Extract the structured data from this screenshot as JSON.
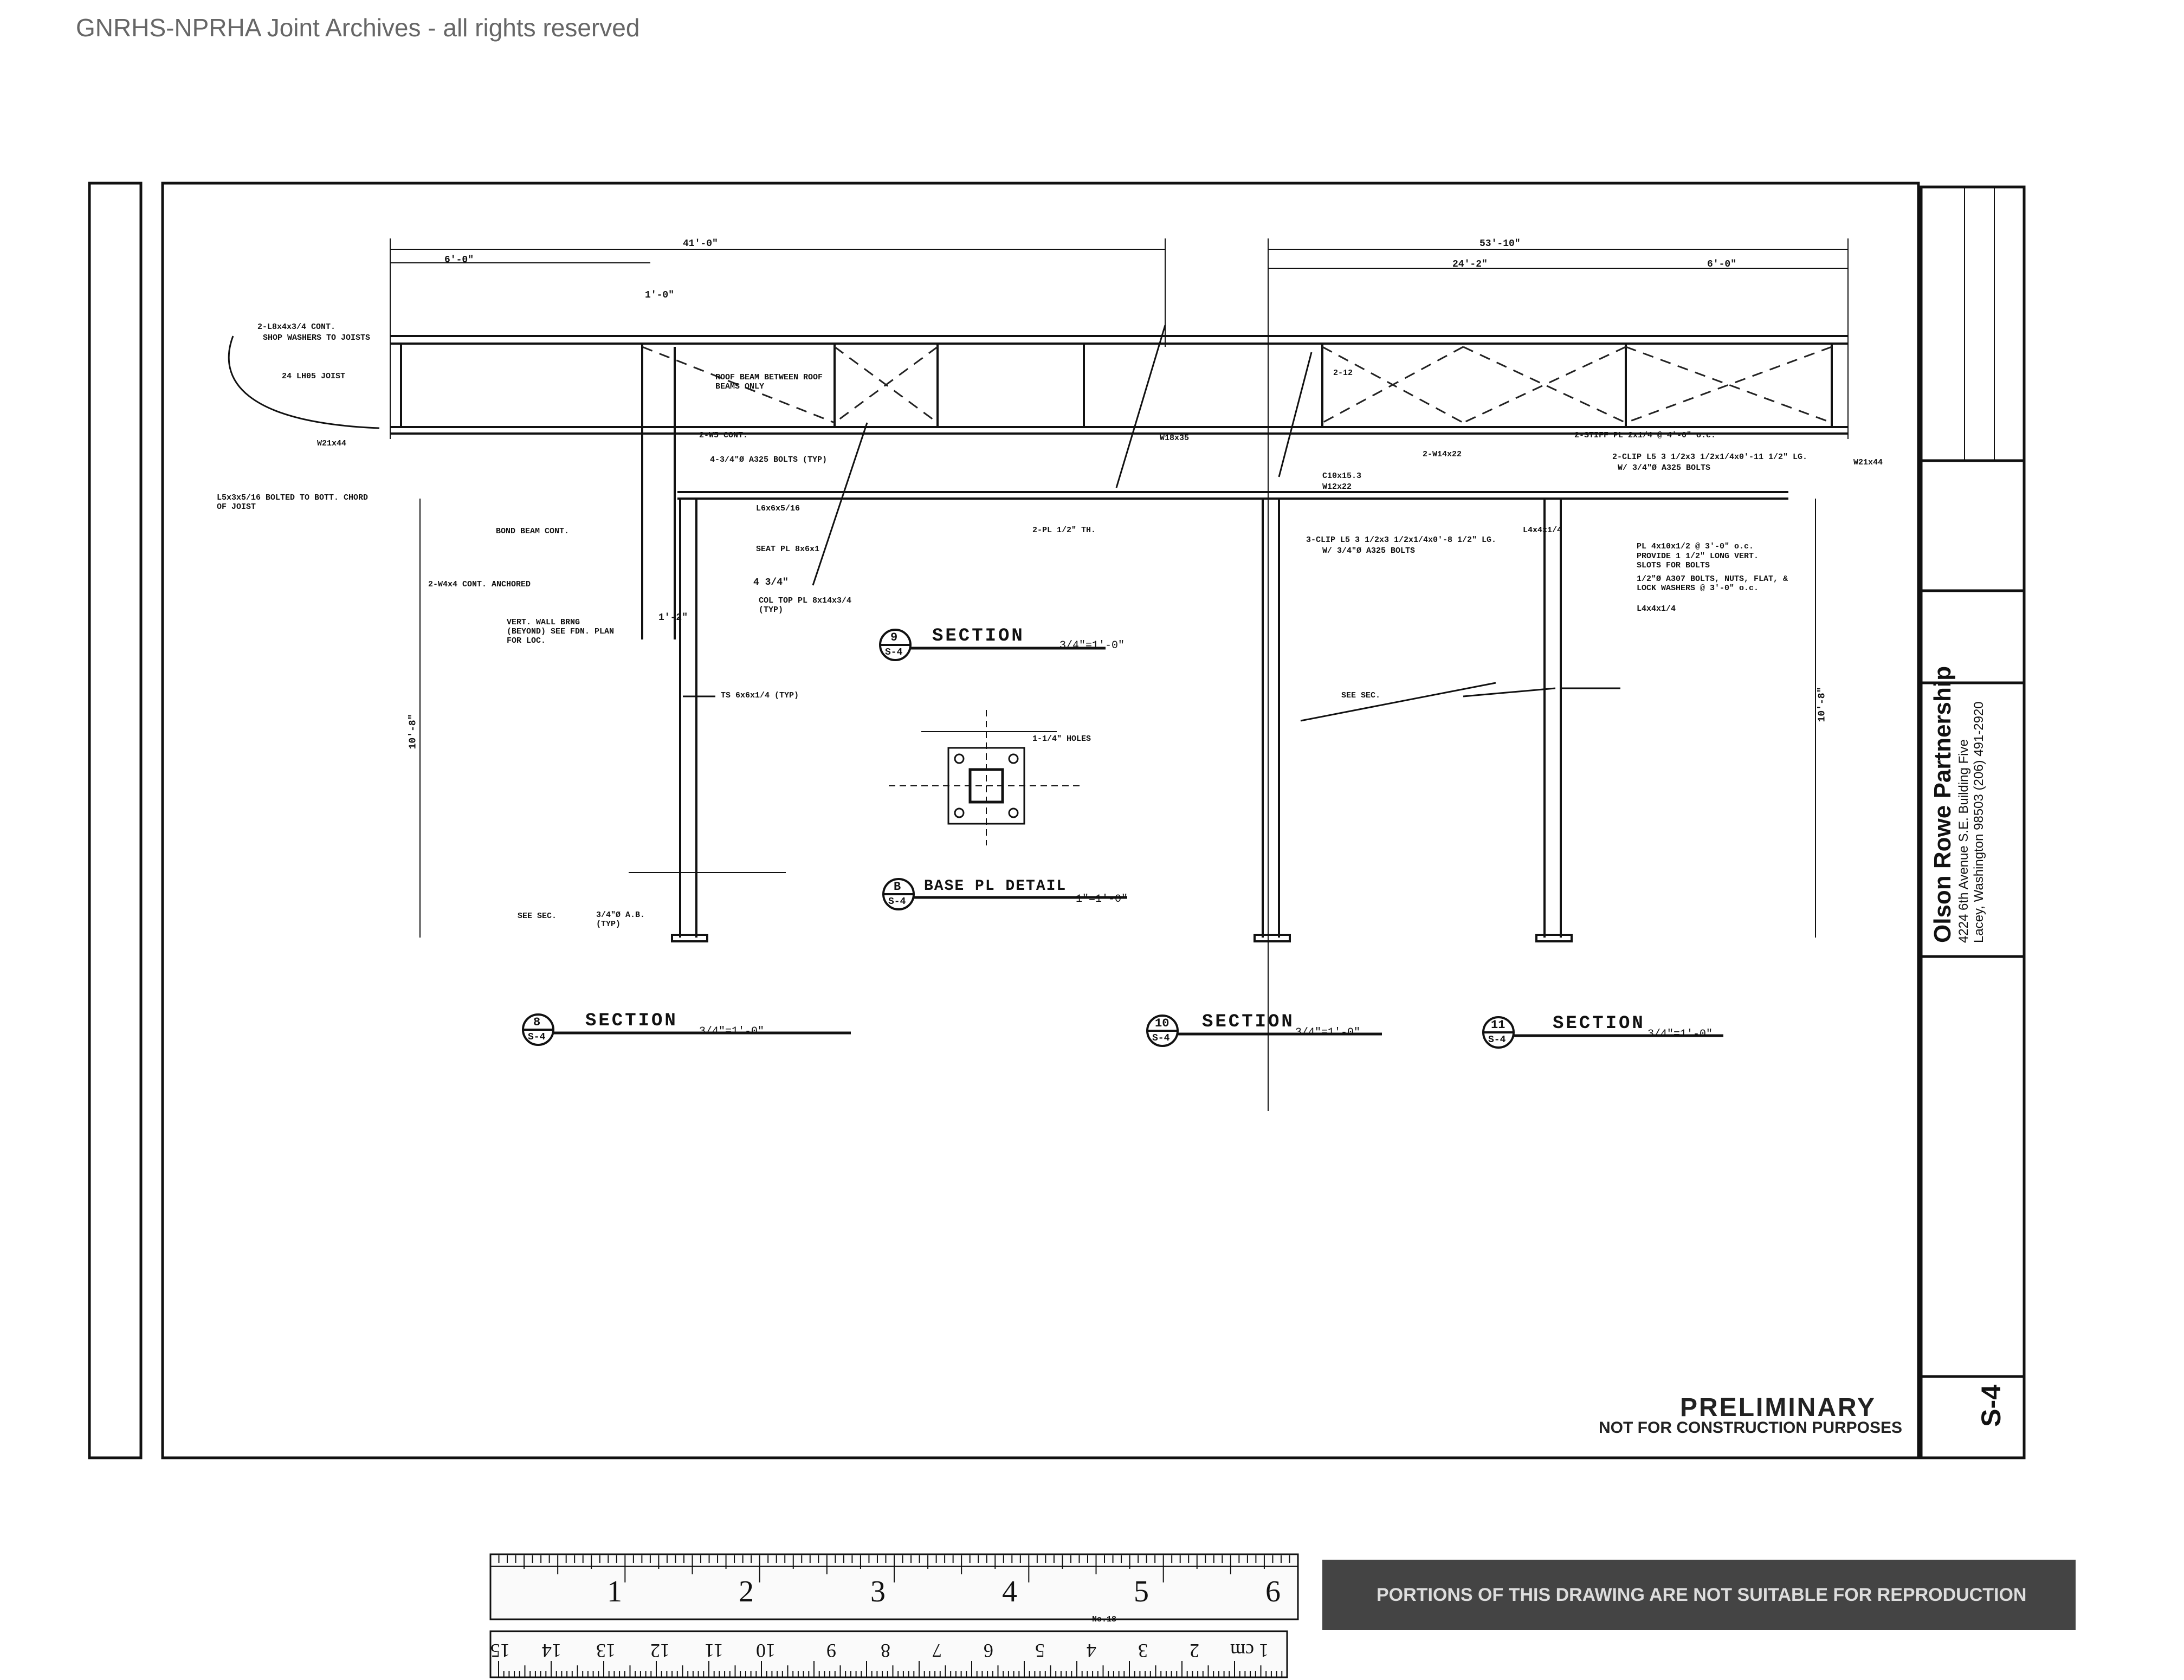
{
  "watermark": "GNRHS-NPRHA Joint Archives - all rights reserved",
  "title_block": {
    "firm_name": "Olson Rowe Partnership",
    "address_line1": "4224 6th Avenue S.E. Building Five",
    "address_line2": "Lacey, Washington 98503 (206) 491-2920",
    "sheet_number": "S-4"
  },
  "stamp": {
    "preliminary": "PRELIMINARY",
    "not_for_construction": "NOT FOR CONSTRUCTION PURPOSES"
  },
  "sections": [
    {
      "bubble": "9",
      "ref": "S-4",
      "label": "SECTION",
      "scale": "3/4\"=1'-0\""
    },
    {
      "bubble": "B",
      "ref": "S-4",
      "label": "BASE PL DETAIL",
      "scale": "1\"=1'-0\""
    },
    {
      "bubble": "8",
      "ref": "S-4",
      "label": "SECTION",
      "scale": "3/4\"=1'-0\""
    },
    {
      "bubble": "10",
      "ref": "S-4",
      "label": "SECTION",
      "scale": "3/4\"=1'-0\""
    },
    {
      "bubble": "11",
      "ref": "S-4",
      "label": "SECTION",
      "scale": "3/4\"=1'-0\""
    }
  ],
  "dimensions": {
    "d1": "41'-0\"",
    "d2": "53'-10\"",
    "d3": "6'-0\"",
    "d4": "24'-2\"",
    "d5": "6'-0\"",
    "d6": "1'-0\"",
    "d7": "10'-8\"",
    "d8": "10'-8\"",
    "d9": "1'-2\"",
    "d10": "4 3/4\""
  },
  "notes": {
    "n1": "2-L8x4x3/4 CONT.",
    "n2": "SHOP WASHERS TO JOISTS",
    "n3": "24 LH05 JOIST",
    "n4": "W21x44",
    "n5": "2-W5 CONT.",
    "n6": "ROOF BEAM BETWEEN ROOF BEAMS ONLY",
    "n7": "4-3/4\"Ø A325 BOLTS (TYP)",
    "n8": "L6x6x5/16",
    "n9": "SEAT PL 8x6x1",
    "n10": "COL TOP PL 8x14x3/4 (TYP)",
    "n11": "2-PL 1/2\" TH.",
    "n12": "BOND BEAM CONT.",
    "n13": "VERT. WALL BRNG (BEYOND) SEE FDN. PLAN FOR LOC.",
    "n14": "TS 6x6x1/4 (TYP)",
    "n15": "1-1/4\" HOLES",
    "n16": "SEE SEC.",
    "n17": "3/4\"Ø A.B. (TYP)",
    "n18": "2-STIFF PL 2x1/4 @ 4'-0\" o.c.",
    "n19": "2-CLIP L5 3 1/2x3 1/2x1/4x0'-11 1/2\" LG.",
    "n20": "W/ 3/4\"Ø A325 BOLTS",
    "n21": "W21x44",
    "n22": "2-W14x22",
    "n23": "C10x15.3",
    "n24": "W12x22",
    "n25": "3-CLIP L5 3 1/2x3 1/2x1/4x0'-8 1/2\" LG.",
    "n26": "L4x4x1/4",
    "n27": "PL 4x10x1/2 @ 3'-0\" o.c.",
    "n28": "PROVIDE 1 1/2\" LONG VERT. SLOTS FOR BOLTS",
    "n29": "1/2\"Ø A307 BOLTS, NUTS, FLAT, & LOCK WASHERS @ 3'-0\" o.c.",
    "n30": "L4x4x1/4",
    "n31": "SEE SEC.",
    "n32": "L5x3x5/16 BOLTED TO BOTT. CHORD OF JOIST",
    "n33": "2-W4x4 CONT. ANCHORED",
    "n34": "W18x35",
    "n35": "2-12"
  },
  "ruler": {
    "inch_marks": [
      "1",
      "2",
      "3",
      "4",
      "5",
      "6"
    ],
    "cm_marks": [
      "1 cm",
      "2",
      "3",
      "4",
      "5",
      "6",
      "7",
      "8",
      "9",
      "10",
      "11",
      "12",
      "13",
      "14",
      "15"
    ],
    "ruler_label": "No.18"
  },
  "bottom_stamp": "PORTIONS OF THIS DRAWING ARE NOT SUITABLE FOR REPRODUCTION"
}
